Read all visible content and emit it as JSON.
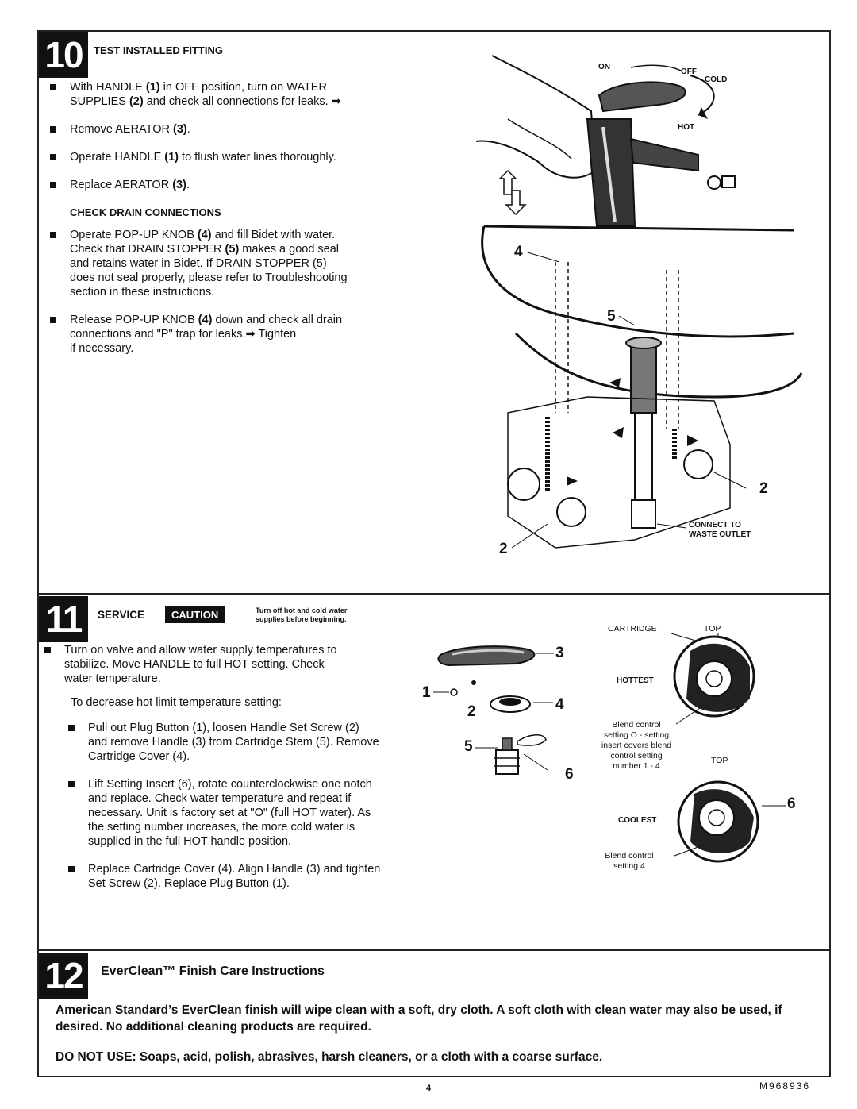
{
  "step10": {
    "number": "10",
    "title": "TEST INSTALLED FITTING",
    "bullets": [
      {
        "pre": "With HANDLE ",
        "n1": "(1)",
        "mid": " in OFF position, turn on WATER\nSUPPLIES ",
        "n2": "(2)",
        "post": " and check all connections for leaks.",
        "arrow": true
      },
      {
        "pre": "Remove AERATOR ",
        "n1": "(3)",
        "mid": ".",
        "n2": "",
        "post": "",
        "arrow": false
      },
      {
        "pre": "Operate HANDLE ",
        "n1": "(1)",
        "mid": " to flush water lines thoroughly.",
        "n2": "",
        "post": "",
        "arrow": false
      },
      {
        "pre": "Replace AERATOR ",
        "n1": "(3)",
        "mid": ".",
        "n2": "",
        "post": "",
        "arrow": false
      }
    ],
    "check_drain_title": "CHECK DRAIN CONNECTIONS",
    "drain_bullets": [
      {
        "pre": "Operate POP-UP KNOB ",
        "n1": "(4)",
        "mid": " and fill Bidet with water.\nCheck that DRAIN STOPPER ",
        "n2": "(5)",
        "post": " makes a good seal\nand retains water in Bidet. If DRAIN STOPPER (5)\ndoes not seal properly, please refer to Troubleshooting\nsection in these instructions.",
        "arrow": false
      },
      {
        "pre": "Release POP-UP KNOB ",
        "n1": "(4)",
        "mid": " down and check all drain\nconnections and \"P\" trap for leaks.",
        "n2": "",
        "post": " Tighten\nif necessary.",
        "arrow": true
      }
    ],
    "figure": {
      "on": "ON",
      "off": "OFF",
      "cold": "COLD",
      "hot": "HOT",
      "c4": "4",
      "c5": "5",
      "c2a": "2",
      "c2b": "2",
      "connect": "CONNECT TO\nWASTE  OUTLET"
    }
  },
  "step11": {
    "number": "11",
    "title": "SERVICE",
    "caution": "CAUTION",
    "caution_note": "Turn off hot and cold water\nsupplies before beginning.",
    "intro": "Turn on valve and allow water supply temperatures to\nstabilize. Move HANDLE to full HOT setting. Check\nwater temperature.",
    "decrease": "To decrease hot limit temperature setting:",
    "bullets": [
      "Pull out Plug Button (1), loosen Handle Set Screw (2)\nand remove Handle (3) from Cartridge Stem (5). Remove\nCartridge Cover (4).",
      "Lift Setting Insert (6), rotate counterclockwise one notch\nand replace. Check water temperature and repeat if\nnecessary. Unit is factory set at \"O\" (full HOT water). As\nthe setting number increases, the more cold water is\nsupplied in the full HOT handle position.",
      "Replace Cartridge Cover (4). Align Handle (3) and tighten\nSet Screw (2). Replace Plug Button (1)."
    ],
    "parts": {
      "p1": "1",
      "p2": "2",
      "p3": "3",
      "p4": "4",
      "p5": "5",
      "p6": "6"
    },
    "cartridge": {
      "cartridge_label": "CARTRIDGE",
      "top1": "TOP",
      "hottest": "HOTTEST",
      "blend1": "Blend control\nsetting O - setting\ninsert covers blend\ncontrol setting\nnumber 1 - 4",
      "top2": "TOP",
      "coolest": "COOLEST",
      "blend2": "Blend control\nsetting 4",
      "c6": "6"
    }
  },
  "step12": {
    "number": "12",
    "title": "EverClean™ Finish Care Instructions",
    "para1": "American Standard’s EverClean finish will wipe clean with a soft, dry cloth. A soft cloth with clean water may also be used, if desired. No additional cleaning products are required.",
    "para2": "DO NOT USE: Soaps, acid, polish, abrasives, harsh cleaners, or a cloth with a coarse surface."
  },
  "footer": {
    "page": "4",
    "model": "M968936"
  }
}
